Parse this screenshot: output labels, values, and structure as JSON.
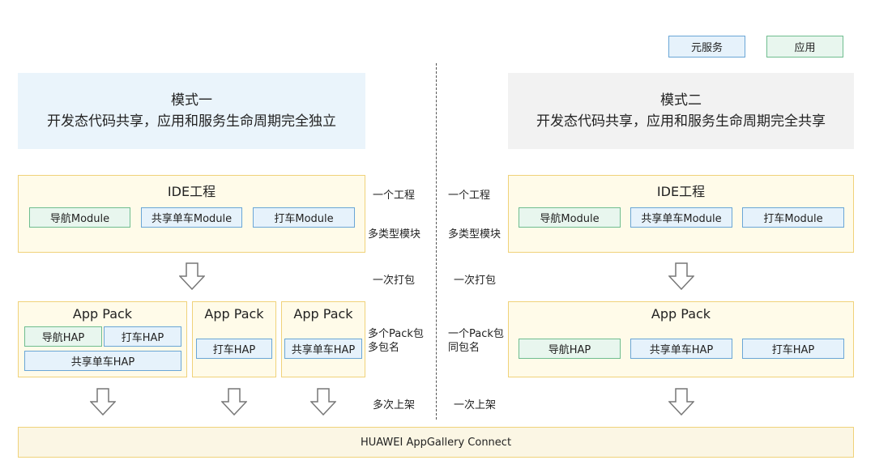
{
  "legend": {
    "service": "元服务",
    "app": "应用"
  },
  "mode_one": {
    "title": "模式一",
    "subtitle": "开发态代码共享，应用和服务生命周期完全独立"
  },
  "mode_two": {
    "title": "模式二",
    "subtitle": "开发态代码共享，应用和服务生命周期完全共享"
  },
  "ide": {
    "title": "IDE工程",
    "modules": {
      "nav": "导航Module",
      "bike": "共享单车Module",
      "taxi": "打车Module"
    }
  },
  "app_pack": {
    "title": "App Pack",
    "hap": {
      "nav": "导航HAP",
      "taxi": "打车HAP",
      "bike": "共享单车HAP"
    }
  },
  "labels_left": {
    "project": "一个工程",
    "multi_module": "多类型模块",
    "pack_once": "一次打包",
    "multi_pack_line1": "多个Pack包",
    "multi_pack_line2": "多包名",
    "multi_release": "多次上架"
  },
  "labels_right": {
    "project": "一个工程",
    "multi_module": "多类型模块",
    "pack_once": "一次打包",
    "one_pack_line1": "一个Pack包",
    "one_pack_line2": "同包名",
    "one_release": "一次上架"
  },
  "connect": {
    "label": "HUAWEI AppGallery Connect"
  },
  "colors": {
    "service_border": "#6aa6d6",
    "service_fill": "#e6f2fb",
    "app_border": "#6fbd8f",
    "app_fill": "#e8f6ee",
    "container_border": "#f0d27a",
    "container_fill": "#fffbe9"
  }
}
